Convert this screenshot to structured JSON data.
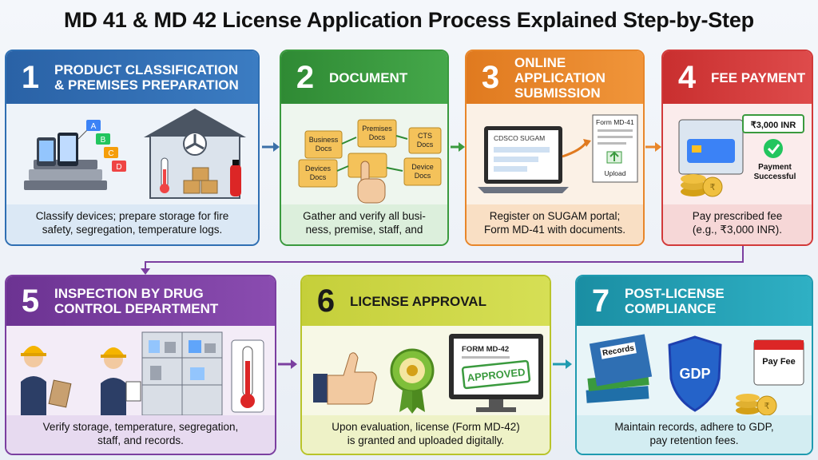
{
  "title": "MD 41 & MD 42 License Application Process Explained Step-by-Step",
  "steps": [
    {
      "num": "1",
      "heading_1": "PRODUCT CLASSIFICATION",
      "heading_2": "& PREMISES PREPARATION",
      "desc_1": "Classify devices; prepare storage for fire",
      "desc_2": "safety, segregation, temperature logs.",
      "tags": [
        "A",
        "B",
        "C",
        "D"
      ]
    },
    {
      "num": "2",
      "heading_1": "DOCUMENT",
      "desc_1": "Gather and verify all busi-",
      "desc_2": "ness, premise, staff, and",
      "folders": [
        {
          "l1": "Business",
          "l2": "Docs"
        },
        {
          "l1": "Premises",
          "l2": "Docs"
        },
        {
          "l1": "CTS",
          "l2": "Docs"
        },
        {
          "l1": "Devices",
          "l2": "Docs"
        },
        {
          "l1": "Device",
          "l2": "Docs"
        }
      ]
    },
    {
      "num": "3",
      "heading_1": "ONLINE",
      "heading_2": "APPLICATION",
      "heading_3": "SUBMISSION",
      "desc_1": "Register on SUGAM portal;",
      "desc_2": "Form MD-41 with documents.",
      "screen_label": "CDSCO SUGAM",
      "form_label": "Form MD-41",
      "upload_label": "Upload"
    },
    {
      "num": "4",
      "heading_1": "FEE PAYMENT",
      "desc_1": "Pay prescribed fee",
      "desc_2": "(e.g., ₹3,000 INR).",
      "amount": "₹3,000 INR",
      "success_1": "Payment",
      "success_2": "Successful"
    },
    {
      "num": "5",
      "heading_1": "INSPECTION BY DRUG",
      "heading_2": "CONTROL DEPARTMENT",
      "desc_1": "Verify storage, temperature, segregation,",
      "desc_2": "staff, and records."
    },
    {
      "num": "6",
      "heading_1": "LICENSE APPROVAL",
      "desc_1": "Upon evaluation, license (Form MD-42)",
      "desc_2": "is granted and uploaded digitally.",
      "form_label": "FORM MD-42",
      "stamp": "APPROVED"
    },
    {
      "num": "7",
      "heading_1": "POST-LICENSE",
      "heading_2": "COMPLIANCE",
      "desc_1": "Maintain records, adhere to GDP,",
      "desc_2": "pay retention fees.",
      "records_label": "Records",
      "shield_label": "GDP",
      "fee_label": "Pay Fee"
    }
  ],
  "colors": {
    "step1": "#2f6fb3",
    "step2": "#3a9a3e",
    "step3": "#e8862a",
    "step4": "#d23a3a",
    "step5": "#7b3fa0",
    "step6": "#b9c42a",
    "step7": "#1f9bb0"
  }
}
